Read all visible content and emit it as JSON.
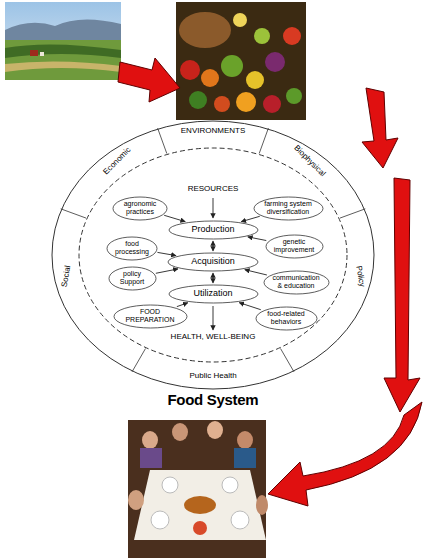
{
  "diagram": {
    "caption": "Food System",
    "nodes": [
      {
        "text": [
          "ENVIRONMENTS"
        ]
      },
      {
        "text": [
          "RESOURCES",
          "HEALTH, WELL-BEING"
        ],
        "in": 0
      },
      {
        "text": [
          "agronomic practices"
        ],
        "in": 1
      },
      {
        "text": [
          "farming system diversification"
        ],
        "in": 1
      },
      {
        "text": [
          "Production"
        ],
        "in": 1
      },
      {
        "text": [
          "food processing"
        ],
        "in": 1
      },
      {
        "text": [
          "genetic improvement"
        ],
        "in": 1
      },
      {
        "text": [
          "Acquisition"
        ],
        "in": 1
      },
      {
        "text": [
          "policy Support"
        ],
        "in": 1
      },
      {
        "text": [
          "communication & education"
        ],
        "in": 1
      },
      {
        "text": [
          "Utilization"
        ],
        "in": 1
      },
      {
        "text": [
          "FOOD PREPARATION"
        ],
        "in": 1
      },
      {
        "text": [
          "food-related behaviors"
        ],
        "in": 1
      }
    ],
    "edges": [
      {
        "from": 2,
        "to": 4,
        "arrow": "to"
      },
      {
        "from": 3,
        "to": 4,
        "arrow": "to"
      },
      {
        "from": 6,
        "to": 4,
        "arrow": "to"
      },
      {
        "from": 5,
        "to": 7,
        "arrow": "to"
      },
      {
        "from": 8,
        "to": 7,
        "arrow": "to"
      },
      {
        "from": 9,
        "to": 7,
        "arrow": "to"
      },
      {
        "from": 11,
        "to": 10,
        "arrow": "to"
      },
      {
        "from": 12,
        "to": 10,
        "arrow": "to"
      },
      {
        "from": 4,
        "to": 7,
        "arrow": "both"
      },
      {
        "from": 7,
        "to": 10,
        "arrow": "both"
      }
    ],
    "labels": [
      "Economic",
      "Biophysical",
      "Social",
      "Policy",
      "Public Health"
    ]
  }
}
